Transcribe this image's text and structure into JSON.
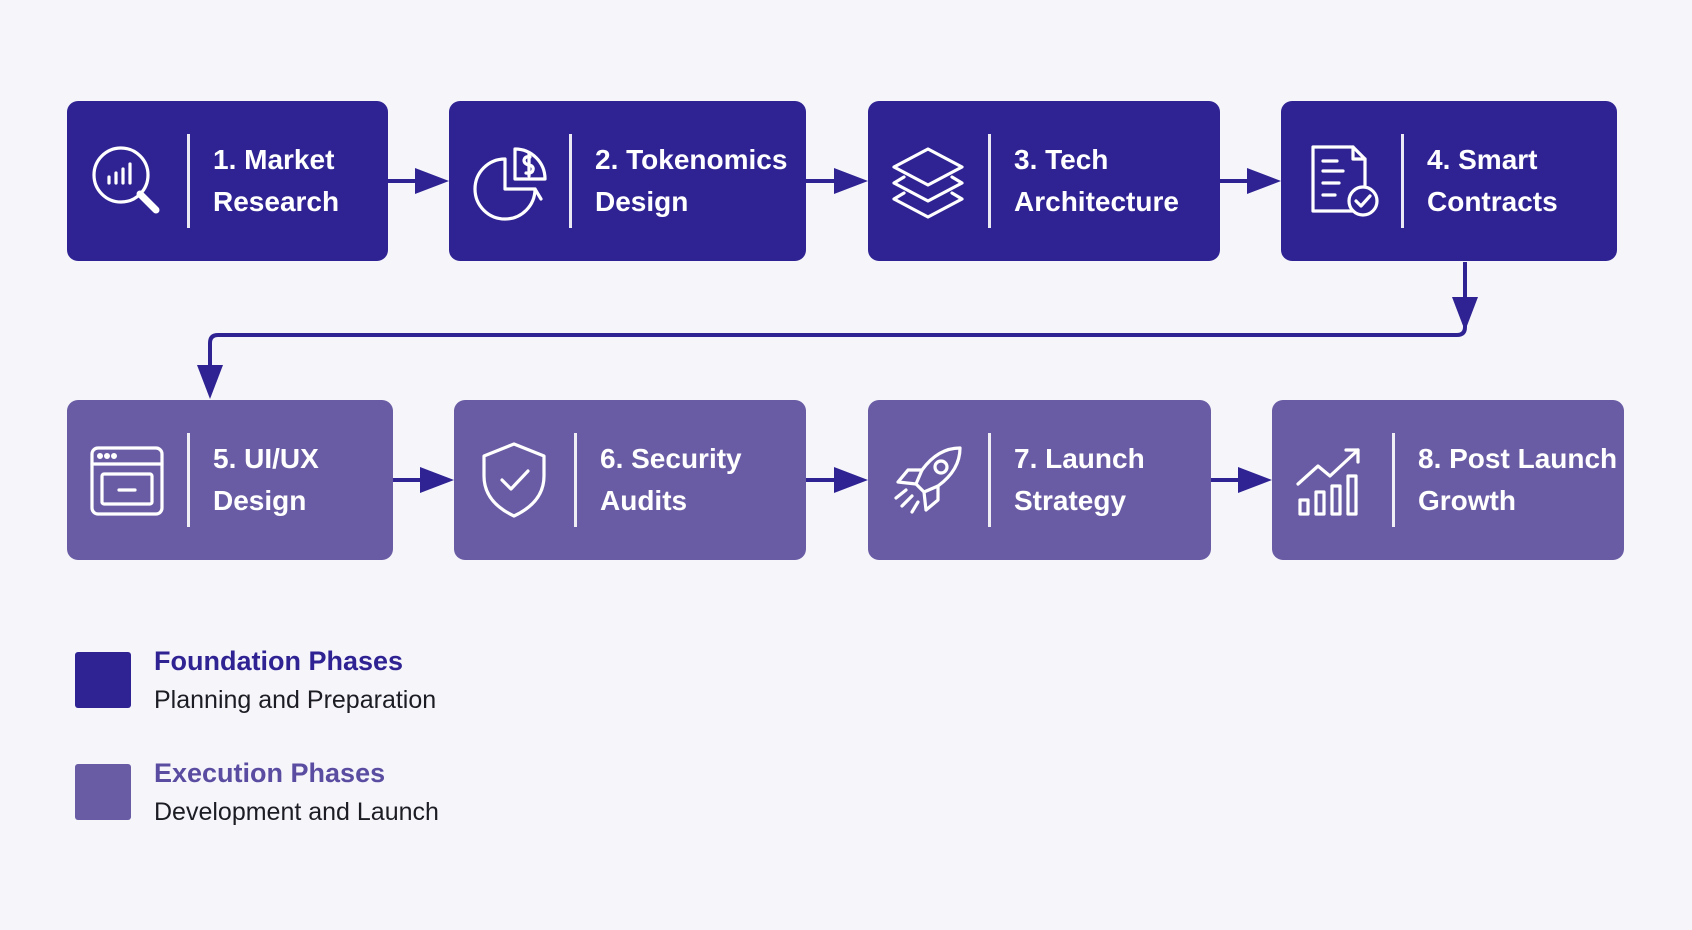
{
  "colors": {
    "foundation": "#2f2393",
    "execution": "#6a5ca4",
    "arrow": "#2f2393",
    "legend_foundation_title": "#2f2393",
    "legend_execution_title": "#5a4ca0"
  },
  "steps": [
    {
      "line1": "1. Market",
      "line2": "Research",
      "icon": "magnifier-chart-icon",
      "group": "foundation"
    },
    {
      "line1": "2. Tokenomics",
      "line2": "Design",
      "icon": "pie-chart-coin-icon",
      "group": "foundation"
    },
    {
      "line1": "3. Tech",
      "line2": "Architecture",
      "icon": "stacked-layers-icon",
      "group": "foundation"
    },
    {
      "line1": "4. Smart",
      "line2": "Contracts",
      "icon": "document-check-icon",
      "group": "foundation"
    },
    {
      "line1": "5. UI/UX",
      "line2": "Design",
      "icon": "browser-window-icon",
      "group": "execution"
    },
    {
      "line1": "6. Security",
      "line2": "Audits",
      "icon": "shield-check-icon",
      "group": "execution"
    },
    {
      "line1": "7. Launch",
      "line2": "Strategy",
      "icon": "rocket-icon",
      "group": "execution"
    },
    {
      "line1": "8. Post Launch",
      "line2": "Growth",
      "icon": "growth-chart-icon",
      "group": "execution"
    }
  ],
  "legend": [
    {
      "title": "Foundation Phases",
      "subtitle": "Planning and Preparation",
      "group": "foundation"
    },
    {
      "title": "Execution Phases",
      "subtitle": "Development and Launch",
      "group": "execution"
    }
  ]
}
